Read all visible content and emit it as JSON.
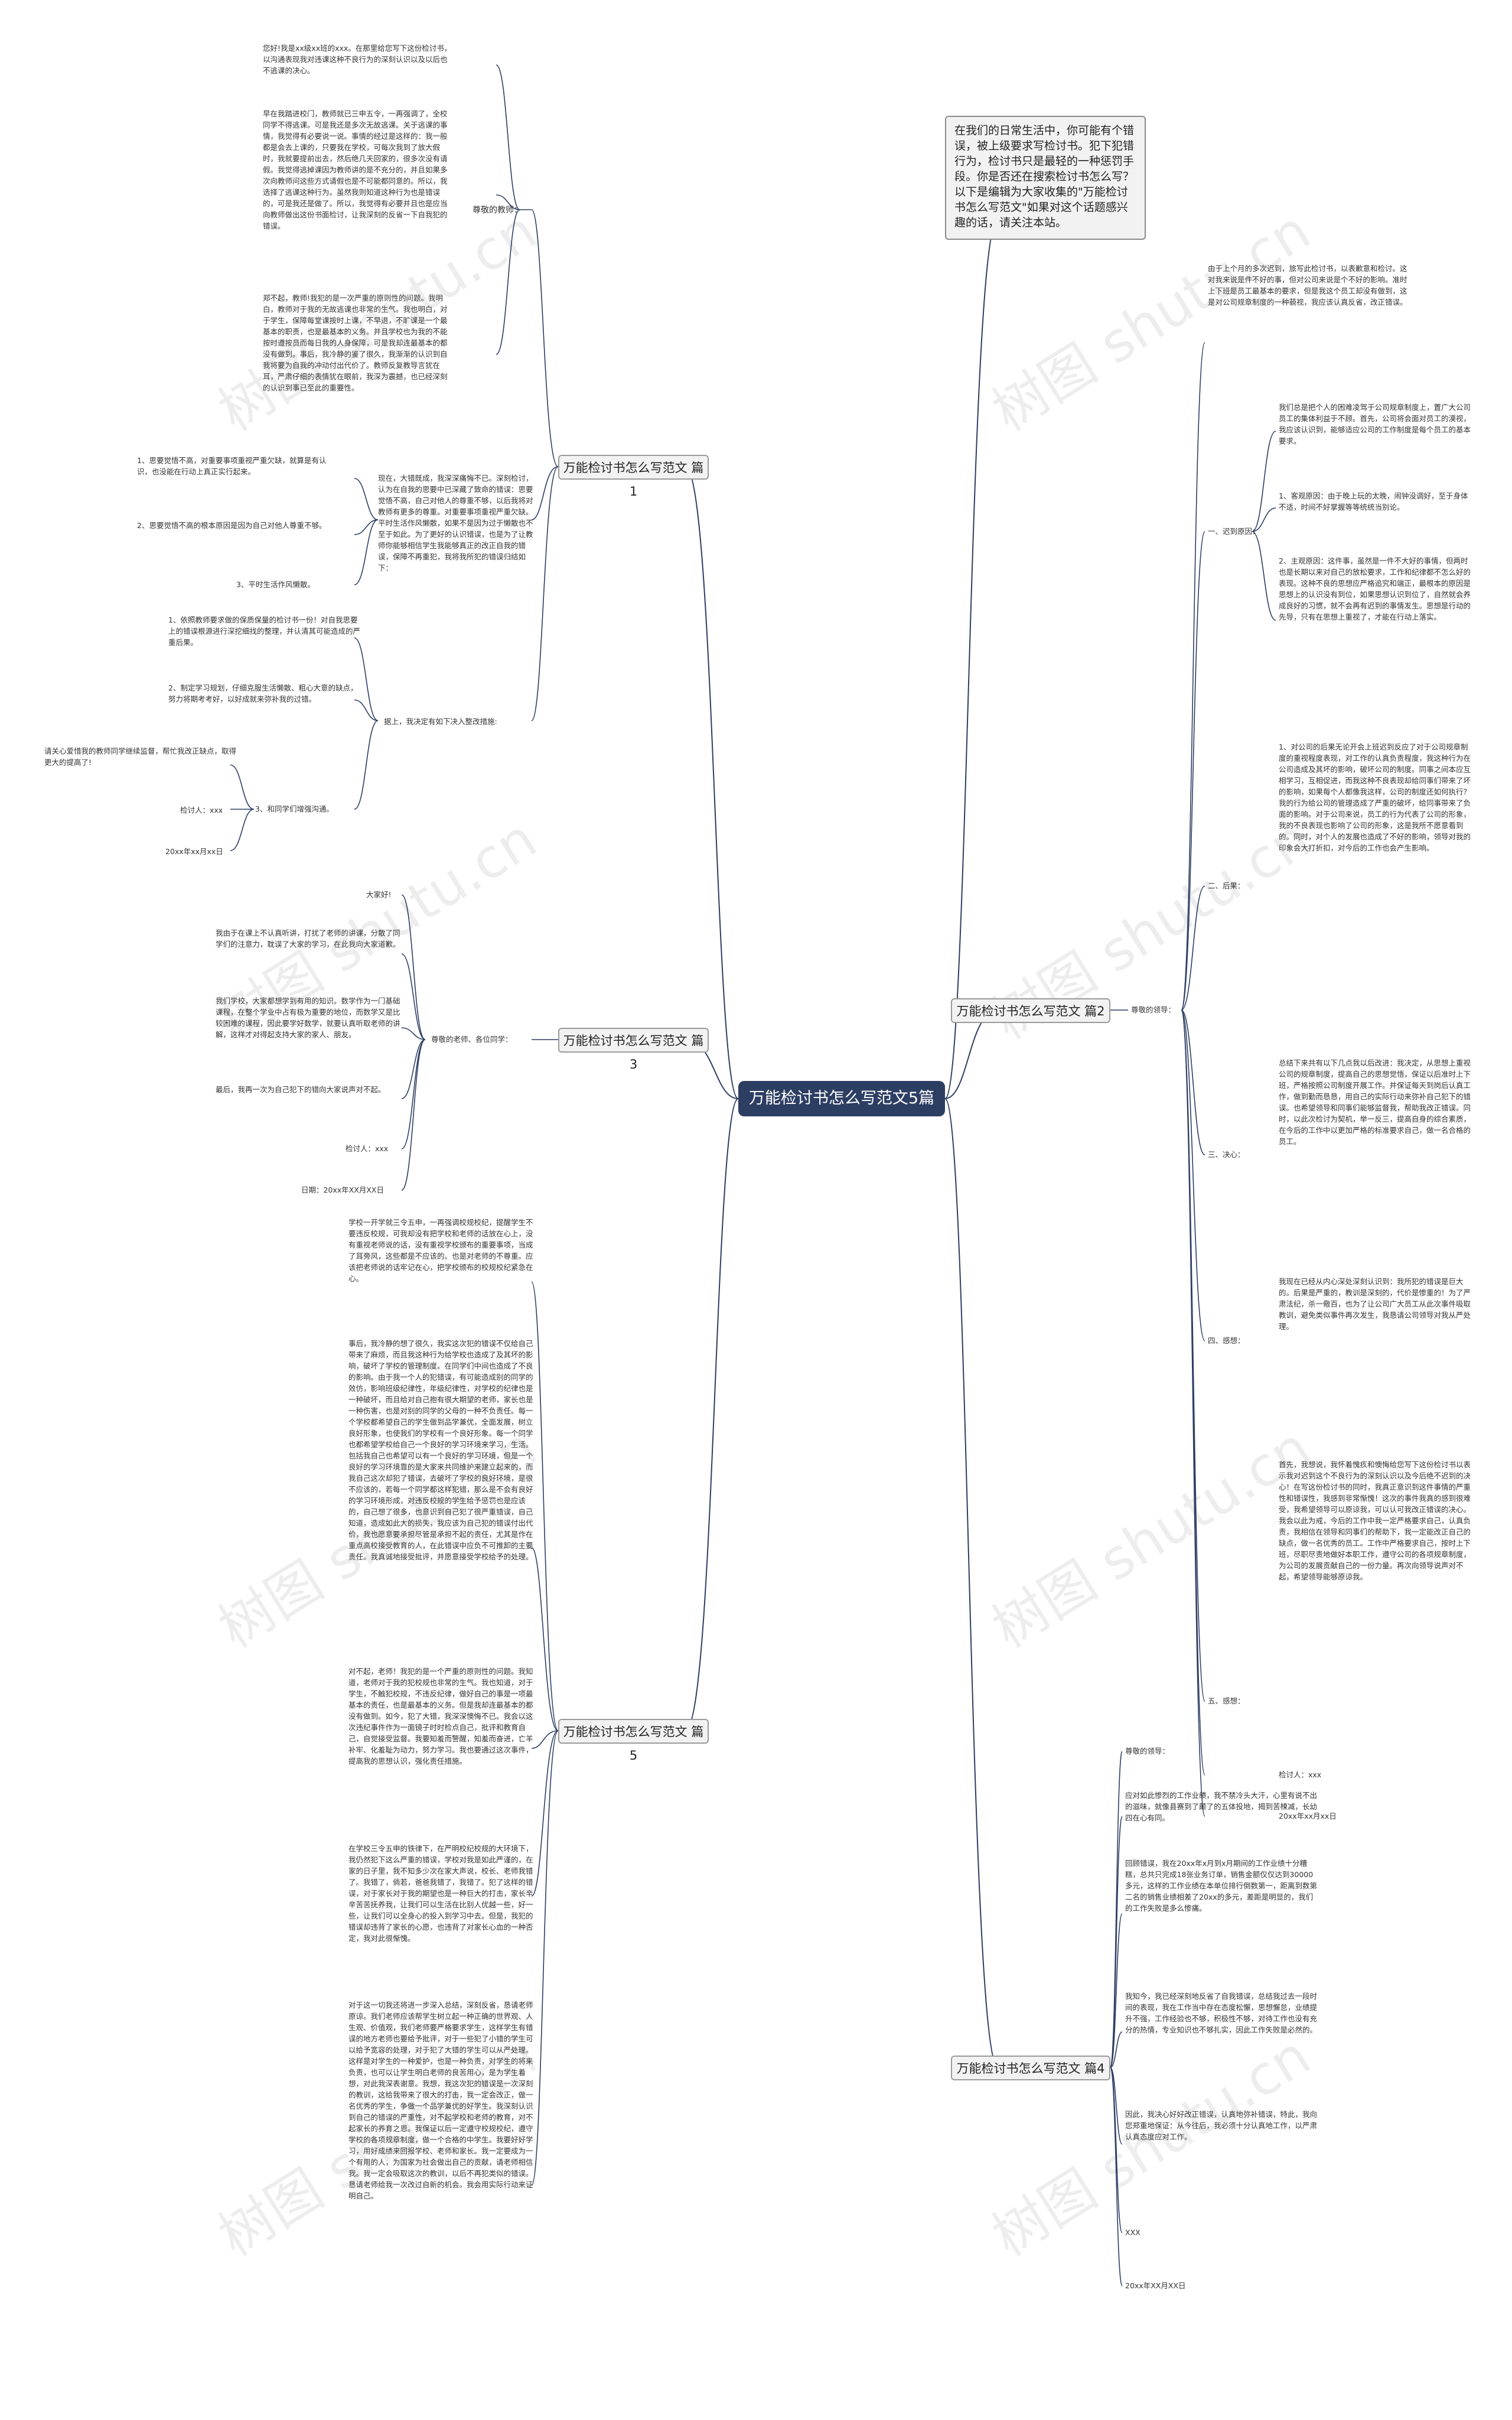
{
  "root": "万能检讨书怎么写范文5篇",
  "intro": "在我们的日常生活中，你可能有个错误，被上级要求写检讨书。犯下犯错行为，检讨书只是最轻的一种惩罚手段。你是否还在搜索检讨书怎么写？以下是编辑为大家收集的\"万能检讨书怎么写范文\"如果对这个话题感兴趣的话，请关注本站。",
  "watermark": "树图 shutu.cn",
  "branches": {
    "b1": "万能检讨书怎么写范文 篇1",
    "b2": "万能检讨书怎么写范文 篇2",
    "b3": "万能检讨书怎么写范文 篇3",
    "b4": "万能检讨书怎么写范文 篇4",
    "b5": "万能检讨书怎么写范文 篇5"
  },
  "b1": {
    "greet": "您好!我是xx级xx班的xxx。在那里给您写下这份检讨书，以沟通表现我对违课这种不良行为的深刻认识以及以后也不逃课的决心。",
    "p2": "早在我踏进校门，教师就已三申五令，一再强调了，全校同学不得逃课。可是我还是多次无故逃课。关于逃课的事情，我觉得有必要说一说。事情的经过是这样的：我一般都是会去上课的，只要我在学校，可每次我到了放大假时，我就要提前出去，然后绝几天回家的，很多次没有请假。我觉得逃掉课因为教师讲的是不充分的，并且如果多次向教师问这些方式请假也是不可能都同意的。所以，我选择了逃课这种行为。虽然我则知道这种行为也是错误的，可是我还是做了。所以，我觉得有必要并且也是应当向教师做出这份书面检讨，让我深刻的反省一下自我犯的错误。",
    "label": "尊敬的教师：",
    "p3": "郑不起，教师!我犯的是一次严重的原则性的问题。我明白，教师对于我的无故逃课也非常的生气。我也明白，对于学生，保障每堂课按时上课，不早退，不旷课是一个最基本的职责，也是最基本的义务。并且学校也为我的不能按时遵按员而每日我的人身保障，可是我却连最基本的都没有做到。事后，我冷静的鉴了很久，我渐渐的认识到自我将要为自我的冲动付出代价了。教师反复教导言犹在耳，严肃仔细的表情犹在眼前，我深为震撼，也已经深刻的认识到事已至此的重要性。",
    "p4": "现在，大错既成，我深深痛悔不已。深刻检讨，认为在自我的思要中已深藏了致命的错误：思要觉悟不高，自己对他人的尊重不够，以后我将对教师有更多的尊重。对重要事项重视严重欠缺。平时生活作风懒散，如果不是因为过于懒散也不至于如此。为了更好的认识错误，也是为了让教师你能够相信学生我能够真正的改正自我的错误，保障不再重犯，我将我所犯的错误归结如下：",
    "s1": "1、思要觉悟不高，对重要事项重视严重欠缺，就算是有认识，也没能在行动上真正实行起来。",
    "s2": "2、思要觉悟不高的根本原因是因为自己对他人尊重不够。",
    "s3": "3、平时生活作风懒散。",
    "t1": "1、依照教师要求做的保质保量的检讨书一份！对自我思要上的错误根源进行深挖细找的整理，并认清其可能造成的严重后果。",
    "t2": "2、制定学习规划，仔细克服生活懒散、粗心大意的缺点，努力将期考考好，以好成就来弥补我的过错。",
    "t3": "3、和同学们增强沟通。",
    "measures": "据上，我决定有如下决入整改措施:",
    "closing": "请关心爱惜我的教师同学继续监督，帮忙我改正缺点，取得更大的提高了!",
    "sign": "检讨人：xxx",
    "date": "20xx年xx月xx日"
  },
  "b3": {
    "hello": "大家好!",
    "p1": "我由于在课上不认真听讲，打扰了老师的讲课，分散了同学们的注意力，耽误了大家的学习，在此我向大家道歉。",
    "p2": "我们学校，大家都想学到有用的知识。数学作为一门基础课程，在整个学业中占有极为重要的地位，而数学又是比较困难的课程，因此要学好数学，就要认真听取老师的讲解，这样才对得起支持大家的家人、朋友。",
    "p3": "最后，我再一次为自己犯下的错向大家说声对不起。",
    "label": "尊敬的老师、各位同学：",
    "sign": "检讨人：xxx",
    "date": "日期：20xx年XX月XX日"
  },
  "b5": {
    "p1": "学校一开学就三令五申，一再强调校规校纪，提醒学生不要违反校规，可我却没有把学校和老师的话放在心上，没有重视老师说的话，没有重视学校颁布的重要事项，当成了耳旁风，这些都是不应该的。也是对老师的不尊重。应该把老师说的话牢记在心，把学校颁布的校规校纪紧急在心。",
    "p2": "事后，我冷静的想了很久，我实这次犯的错误不仅给自己带来了麻烦，而且我这种行为给学校也造成了及其坏的影响，破坏了学校的管理制度。在同学们中间也造成了不良的影响。由于我一个人的犯错误，有可能造成别的同学的效仿，影响班级纪律性，年级纪律性，对学校的纪律也是一种破坏，而且给对自己抱有很大期望的老师，家长也是一种伤害，也是对别的同学的父母的一种不负责任。每一个学校都希望自己的学生做到品学兼优，全面发展，树立良好形象，也使我们的学校有一个良好形象。每一个同学也都希望学校给自己一个良好的学习环境来学习，生活。包括我自己也希望可以有一个良好的学习环境，但是一个良好的学习环境靠的是大家来共同维护来建立起来的，而我自己这次却犯了错误，去破坏了学校的良好环境，是很不应该的，若每一个同学都这样犯错，那么是不会有良好的学习环境形成，对违反校规的学生给予惩罚也是应该的，自己想了很多，也意识到自己犯了很严重错误，自己知道，造成如此大的损失，我应该为自己犯的错误付出代价，我也愿意要承担尽管是承担不起的责任，尤其是作在重点高校接受教育的人，在此错误中应负不可推卸的主要责任。我真诚地接受批评，并愿意接受学校给予的处理。",
    "p3": "对不起，老师！我犯的是一个严重的原则性的问题。我知道，老师对于我的犯校规也非常的生气。我也知道，对于学生，不触犯校规，不违反纪律，做好自己的事是一项最基本的责任，也是最基本的义务。但是我却连最基本的都没有做到。如今，犯了大错，我深深懊悔不已。我会以这次违纪事件作为一面镜子时时检点自己，批评和教育自己，自觉接受监督。我要知羞而警醒，知羞而奋进，亡羊补牢、化羞耻为动力，努力学习。我也要通过这次事件，提高我的思想认识，强化责任措施。",
    "p4": "在学校三令五申的铁律下，在严明校纪校规的大环境下，我仍然犯下这么严重的错误，学校对我是如此严谨的，在家的日子里，我不知多少次在家大声说，校长、老师我错了。我错了，倘若，爸爸我错了，我错了。犯了这样的错误，对于家长对于我的期望也是一种巨大的打击，家长辛辛苦苦抚养我，让我们可以生活在比别人优越一些，好一些，让我们可以全身心的投入到学习中去。但是，我犯的错误却违背了家长的心愿，也违背了对家长心血的一种否定，我对此很惭愧。",
    "p5": "对于这一切我还将进一步深入总结，深刻反省，恳请老师原谅。我们老师应该帮学生树立起一种正确的世界观、人生观、价值观，我们老师要严格要求学生，这样学生有错误的地方老师也要给予批评，对于一些犯了小错的学生可以给予宽容的处理，对于犯了大错的学生可以从严处理。这样是对学生的一种爱护，也是一种负责，对学生的将来负责，也可以让学生明白老师的良苦用心，是为学生着想，对此我深表谢意。我想，我这次犯的错误是一次深刻的教训，这给我带来了很大的打击，我一定会改正，做一名优秀的学生，争做一个品学兼优的好学生。我深刻认识到自己的错误的严重性，对不起学校和老师的教育，对不起家长的养育之恩。我保证以后一定遵守校规校纪，遵守学校的各项规章制度，做一个合格的中学生。我要好好学习，用好成绩来回报学校、老师和家长。我一定要成为一个有用的人，为国家为社会做出自己的贡献，请老师相信我。我一定会吸取这次的教训，以后不再犯类似的错误。恳请老师给我一次改过自新的机会。我会用实际行动来证明自己。"
  },
  "b2": {
    "label": "尊敬的领导：",
    "intro": "由于上个月的多次迟到，旅写此检讨书，以表歉意和检讨。这对我来说是件不好的事，但对公司来说是个不好的影响。准时上下班是员工最基本的要求，但是我这个员工却没有做到，这是对公司规章制度的一种藐视，我应该认真反省，改正错误。",
    "sub1": "一、迟到原因：",
    "r1": "我们总是把个人的困难凌驾于公司规章制度上，置广大公司员工的集体利益于不顾。首先，公司将会面对员工的漠视，我应该认识到，能够适应公司的工作制度是每个员工的基本要求。",
    "r2": "1、客观原因：由于晚上玩的太晚，闹钟没调好，至于身体不适，时间不好掌握等等统统当别论。",
    "r3": "2、主观原因：这件事，虽然是一件不大好的事情，但两时也是长期以来对自己的放松要求，工作和纪律都不怎么好的表现。这种不良的思想应严格追究和端正，最根本的原因是思想上的认识没有到位，如果思想认识到位了，自然就会养成良好的习惯，就不会再有迟到的事情发生。思想是行动的先导，只有在思想上重视了，才能在行动上落实。",
    "sub2": "二、后果：",
    "c1": "1、对公司的后果无论开会上班迟到反应了对于公司规章制度的重视程度表现，对工作的认真负责程度，我这种行为在公司造成及其坏的影响，破坏公司的制度。同事之间本应互相学习，互相促进，而我这种不良表现却给同事们带来了坏的影响，如果每个人都像我这样，公司的制度还如何执行？我的行为给公司的管理造成了严重的破坏，给同事带来了负面的影响。对于公司来说，员工的行为代表了公司的形象，我的不良表现也影响了公司的形象，这是我所不愿意看到的。同时，对个人的发展也造成了不好的影响，领导对我的印象会大打折扣，对今后的工作也会产生影响。",
    "sub3": "三、决心：",
    "d1": "总结下来共有以下几点我以后改进：我决定，从思想上重视公司的规章制度，提高自己的思想觉悟，保证以后准时上下班，严格按照公司制度开展工作。并保证每天到岗后认真工作，做到勤而恳恳，用自己的实际行动来弥补自己犯下的错误。也希望领导和同事们能够监督我，帮助我改正错误。同时，以此次检讨为契机，举一反三，提高自身的综合素质，在今后的工作中以更加严格的标准要求自己，做一名合格的员工。",
    "sub4": "四、感想：",
    "e1": "我现在已经从内心深处深刻认识到：我所犯的错误是巨大的。后果是严重的，教训是深刻的，代价是惨重的！为了严肃法纪，杀一儆百，也为了让公司广大员工从此次事件吸取教训，避免类似事件再次发生，我恳请公司领导对我从严处理。",
    "sub5": "五、感想：",
    "f1": "首先，我想说，我怀着愧疚和懊悔给您写下这份检讨书以表示我对迟到这个不良行为的深刻认识以及今后绝不迟到的决心！在写这份检讨书的同时，我真正意识到这件事情的严重性和错误性，我感到非常惭愧！这次的事件我真的感到很难受，我希望领导可以原谅我，可以认可我改正错误的决心。我会以此为戒，今后的工作中我一定严格要求自己，认真负责，我相信在领导和同事们的帮助下，我一定能改正自己的缺点，做一名优秀的员工。工作中严格要求自己，按时上下班，尽职尽责地做好本职工作，遵守公司的各项规章制度，为公司的发展贡献自己的一份力量。再次向领导说声对不起，希望领导能够原谅我。",
    "sign": "检讨人：xxx",
    "date": "20xx年xx月xx日"
  },
  "b4": {
    "label": "尊敬的领导：",
    "p1": "应对如此惨烈的工作业绩，我不禁冷头大汗，心里有说不出的滋味，就像县赛到了颠了的五体投地，揭到苦楝减，长幼四在心有同。",
    "p2": "回顾错误，我在20xx年x月到x月期间的工作业绩十分糟糕，总共只完成18张业务订单，销售金额仅仅达到30000多元，这样的工作业绩在本单位排行倒数第一，距离到数第二名的销售业绩相差了20xx的多元，差距是明显的，我们的工作失败是多么惨痛。",
    "p3": "我知今，我已经深刻地反省了自我错误，总结我过去一段时间的表现，我在工作当中存在态度松懈，思想懈怠，业绩提升不强，工作经验也不够，积极性不够，对待工作也没有充分的热情，专业知识也不够扎实，因此工作失败是必然的。",
    "p4": "因此，我决心好好改正错误，认真地弥补错误，特此，我向您郑重地保证：从今往后，我必须十分认真地工作，以严肃认真态度应对工作。",
    "sign": "XXX",
    "date": "20xx年XX月XX日"
  }
}
